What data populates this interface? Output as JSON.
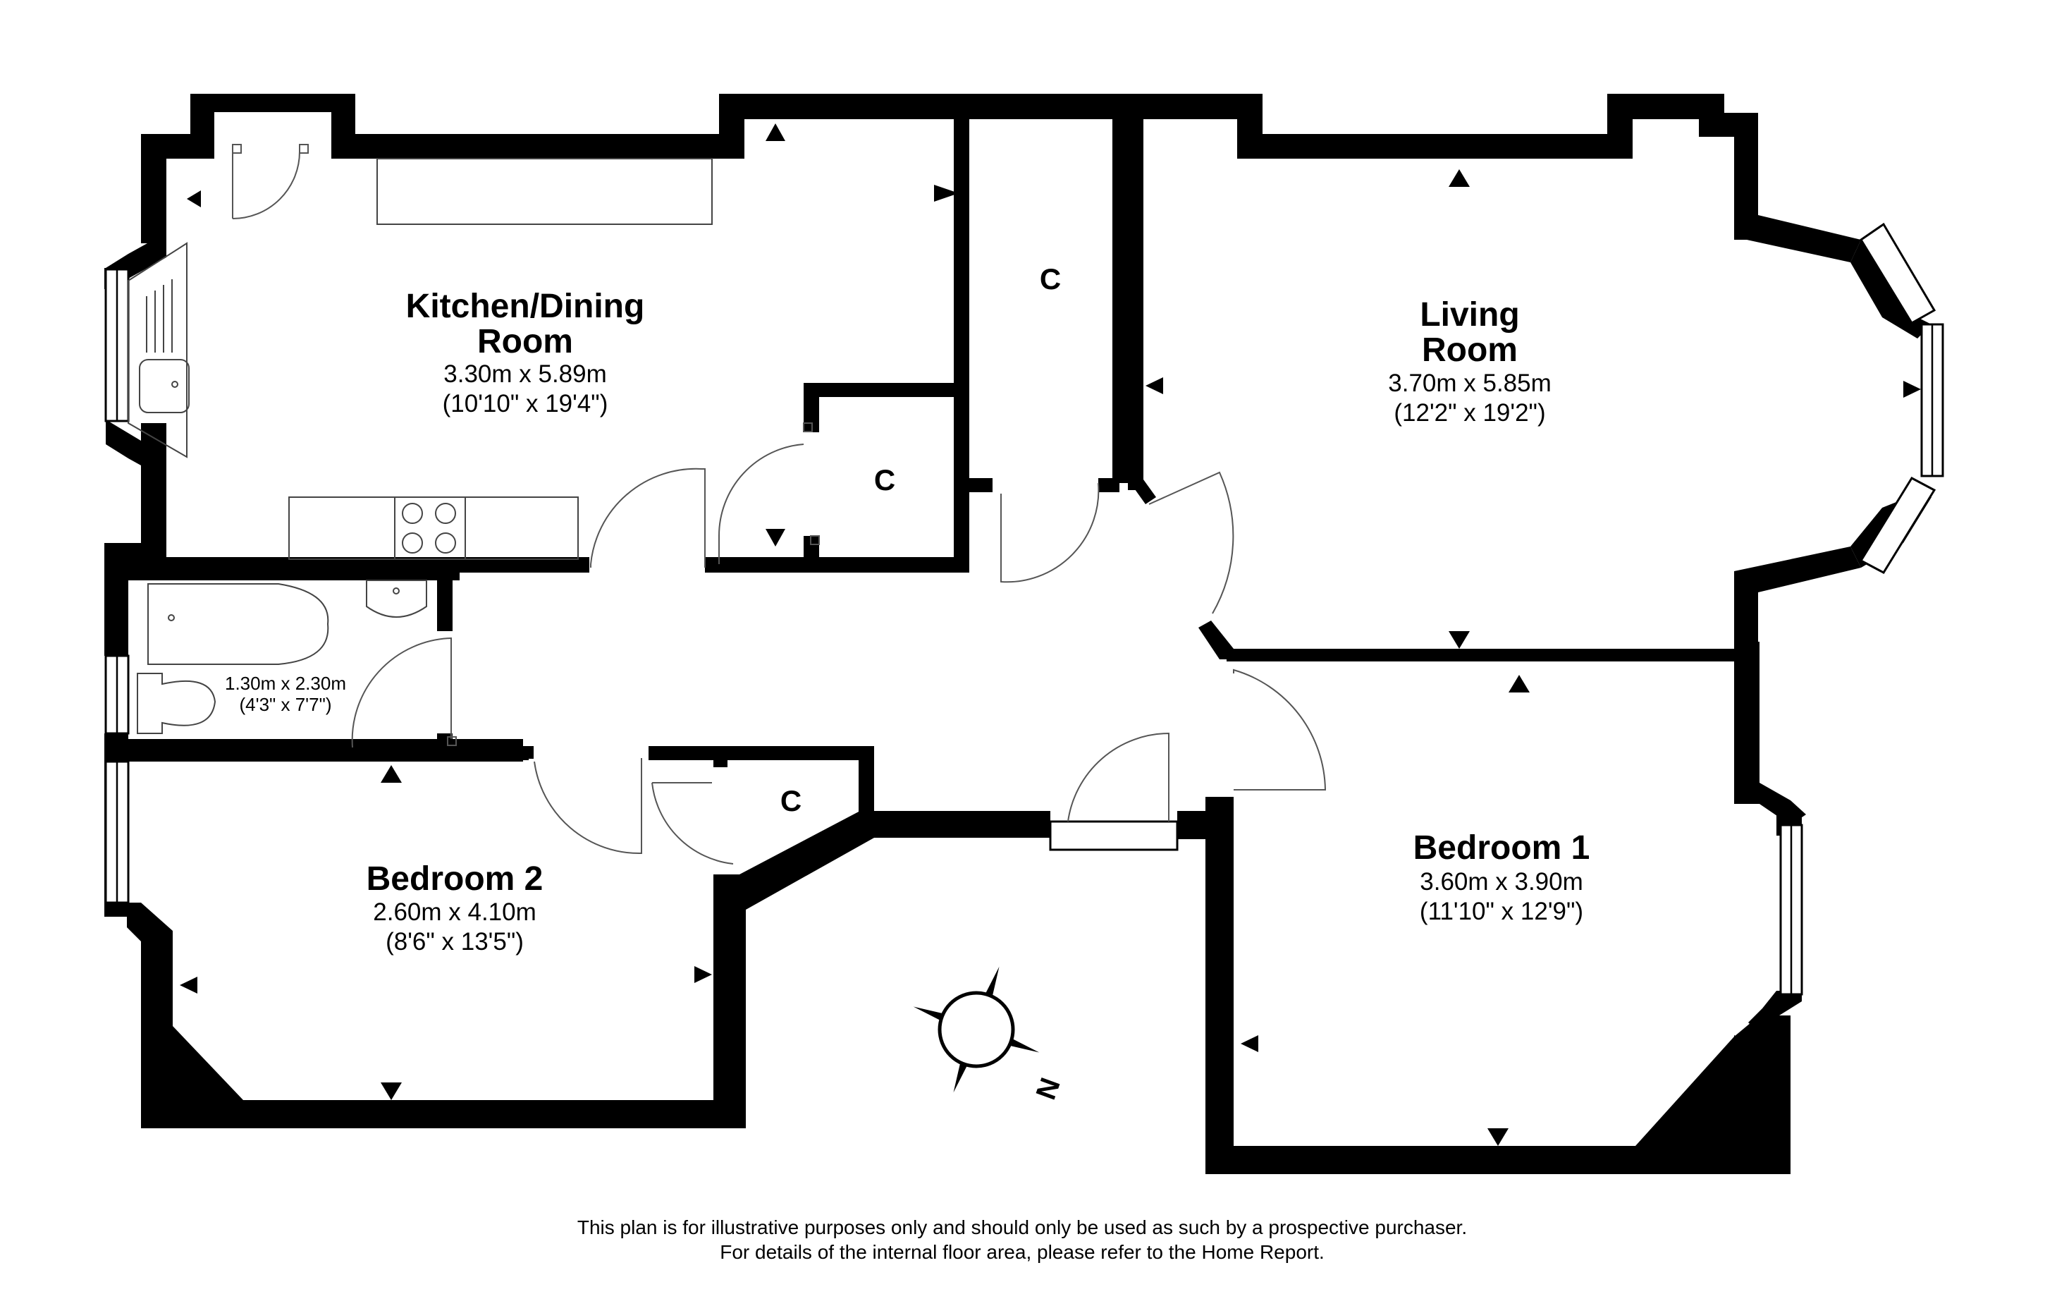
{
  "rooms": {
    "kitchen": {
      "name_line1": "Kitchen/Dining",
      "name_line2": "Room",
      "metric": "3.30m x 5.89m",
      "imperial": "(10'10\" x 19'4\")"
    },
    "living": {
      "name_line1": "Living",
      "name_line2": "Room",
      "metric": "3.70m x 5.85m",
      "imperial": "(12'2\" x 19'2\")"
    },
    "bathroom": {
      "metric": "1.30m x 2.30m",
      "imperial": "(4'3\" x 7'7\")"
    },
    "bedroom1": {
      "name": "Bedroom 1",
      "metric": "3.60m x 3.90m",
      "imperial": "(11'10\" x 12'9\")"
    },
    "bedroom2": {
      "name": "Bedroom 2",
      "metric": "2.60m x 4.10m",
      "imperial": "(8'6\" x 13'5\")"
    }
  },
  "closets": {
    "label": "C"
  },
  "compass": {
    "label": "N",
    "icon": "compass-rose-icon"
  },
  "disclaimer": {
    "line1": "This plan is for illustrative purposes only and should only be used as such by a prospective purchaser.",
    "line2": "For details of the internal floor area, please refer to the Home Report."
  }
}
